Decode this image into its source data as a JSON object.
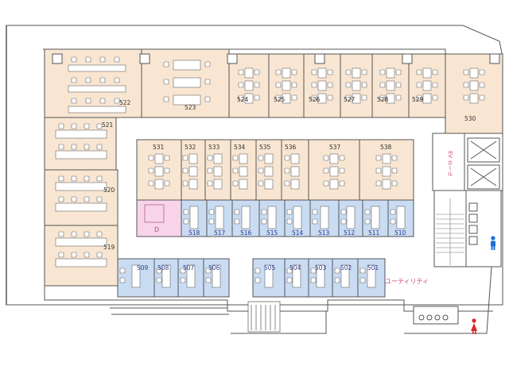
{
  "colors": {
    "office": "#f8e6d2",
    "lab": "#c9dcf2",
    "pink": "#f7d4ea",
    "wall": "#555555",
    "desk": "#ffffff",
    "chair": "#ffffff",
    "label": "#333333",
    "lab_label": "#2a3a8c",
    "utility_label": "#d0457a",
    "male_icon": "#1e6fd9",
    "female_icon": "#d92a2a"
  },
  "rooms": [
    {
      "id": "522",
      "label": "522",
      "kind": "office"
    },
    {
      "id": "523",
      "label": "523",
      "kind": "office"
    },
    {
      "id": "524",
      "label": "524",
      "kind": "office"
    },
    {
      "id": "525",
      "label": "525",
      "kind": "office"
    },
    {
      "id": "526",
      "label": "526",
      "kind": "office"
    },
    {
      "id": "527",
      "label": "527",
      "kind": "office"
    },
    {
      "id": "528",
      "label": "528",
      "kind": "office"
    },
    {
      "id": "529",
      "label": "529",
      "kind": "office"
    },
    {
      "id": "530",
      "label": "530",
      "kind": "office"
    },
    {
      "id": "521",
      "label": "521",
      "kind": "office"
    },
    {
      "id": "520",
      "label": "520",
      "kind": "office"
    },
    {
      "id": "519",
      "label": "519",
      "kind": "office"
    },
    {
      "id": "531",
      "label": "531",
      "kind": "office"
    },
    {
      "id": "532",
      "label": "532",
      "kind": "office"
    },
    {
      "id": "533",
      "label": "533",
      "kind": "office"
    },
    {
      "id": "534",
      "label": "534",
      "kind": "office"
    },
    {
      "id": "535",
      "label": "535",
      "kind": "office"
    },
    {
      "id": "536",
      "label": "536",
      "kind": "office"
    },
    {
      "id": "537",
      "label": "537",
      "kind": "office"
    },
    {
      "id": "538",
      "label": "538",
      "kind": "office"
    },
    {
      "id": "pink",
      "label": "",
      "kind": "pink"
    },
    {
      "id": "518",
      "label": "518",
      "kind": "lab"
    },
    {
      "id": "517",
      "label": "517",
      "kind": "lab"
    },
    {
      "id": "516",
      "label": "516",
      "kind": "lab"
    },
    {
      "id": "515",
      "label": "515",
      "kind": "lab"
    },
    {
      "id": "514",
      "label": "514",
      "kind": "lab"
    },
    {
      "id": "513",
      "label": "513",
      "kind": "lab"
    },
    {
      "id": "512",
      "label": "512",
      "kind": "lab"
    },
    {
      "id": "511",
      "label": "511",
      "kind": "lab"
    },
    {
      "id": "510",
      "label": "510",
      "kind": "lab"
    },
    {
      "id": "509",
      "label": "509",
      "kind": "lab"
    },
    {
      "id": "508",
      "label": "508",
      "kind": "lab"
    },
    {
      "id": "507",
      "label": "507",
      "kind": "lab"
    },
    {
      "id": "506",
      "label": "506",
      "kind": "lab"
    },
    {
      "id": "505",
      "label": "505",
      "kind": "lab"
    },
    {
      "id": "504",
      "label": "504",
      "kind": "lab"
    },
    {
      "id": "503",
      "label": "503",
      "kind": "lab"
    },
    {
      "id": "502",
      "label": "502",
      "kind": "lab"
    },
    {
      "id": "501",
      "label": "501",
      "kind": "lab"
    }
  ],
  "labels": {
    "utility": "ユーティリティ",
    "elevator": "EV ホール"
  },
  "icons": {
    "male_restroom": "male-restroom-icon",
    "female_restroom": "female-restroom-icon",
    "elevator": "elevator-icon",
    "stairs": "stairs-icon"
  }
}
